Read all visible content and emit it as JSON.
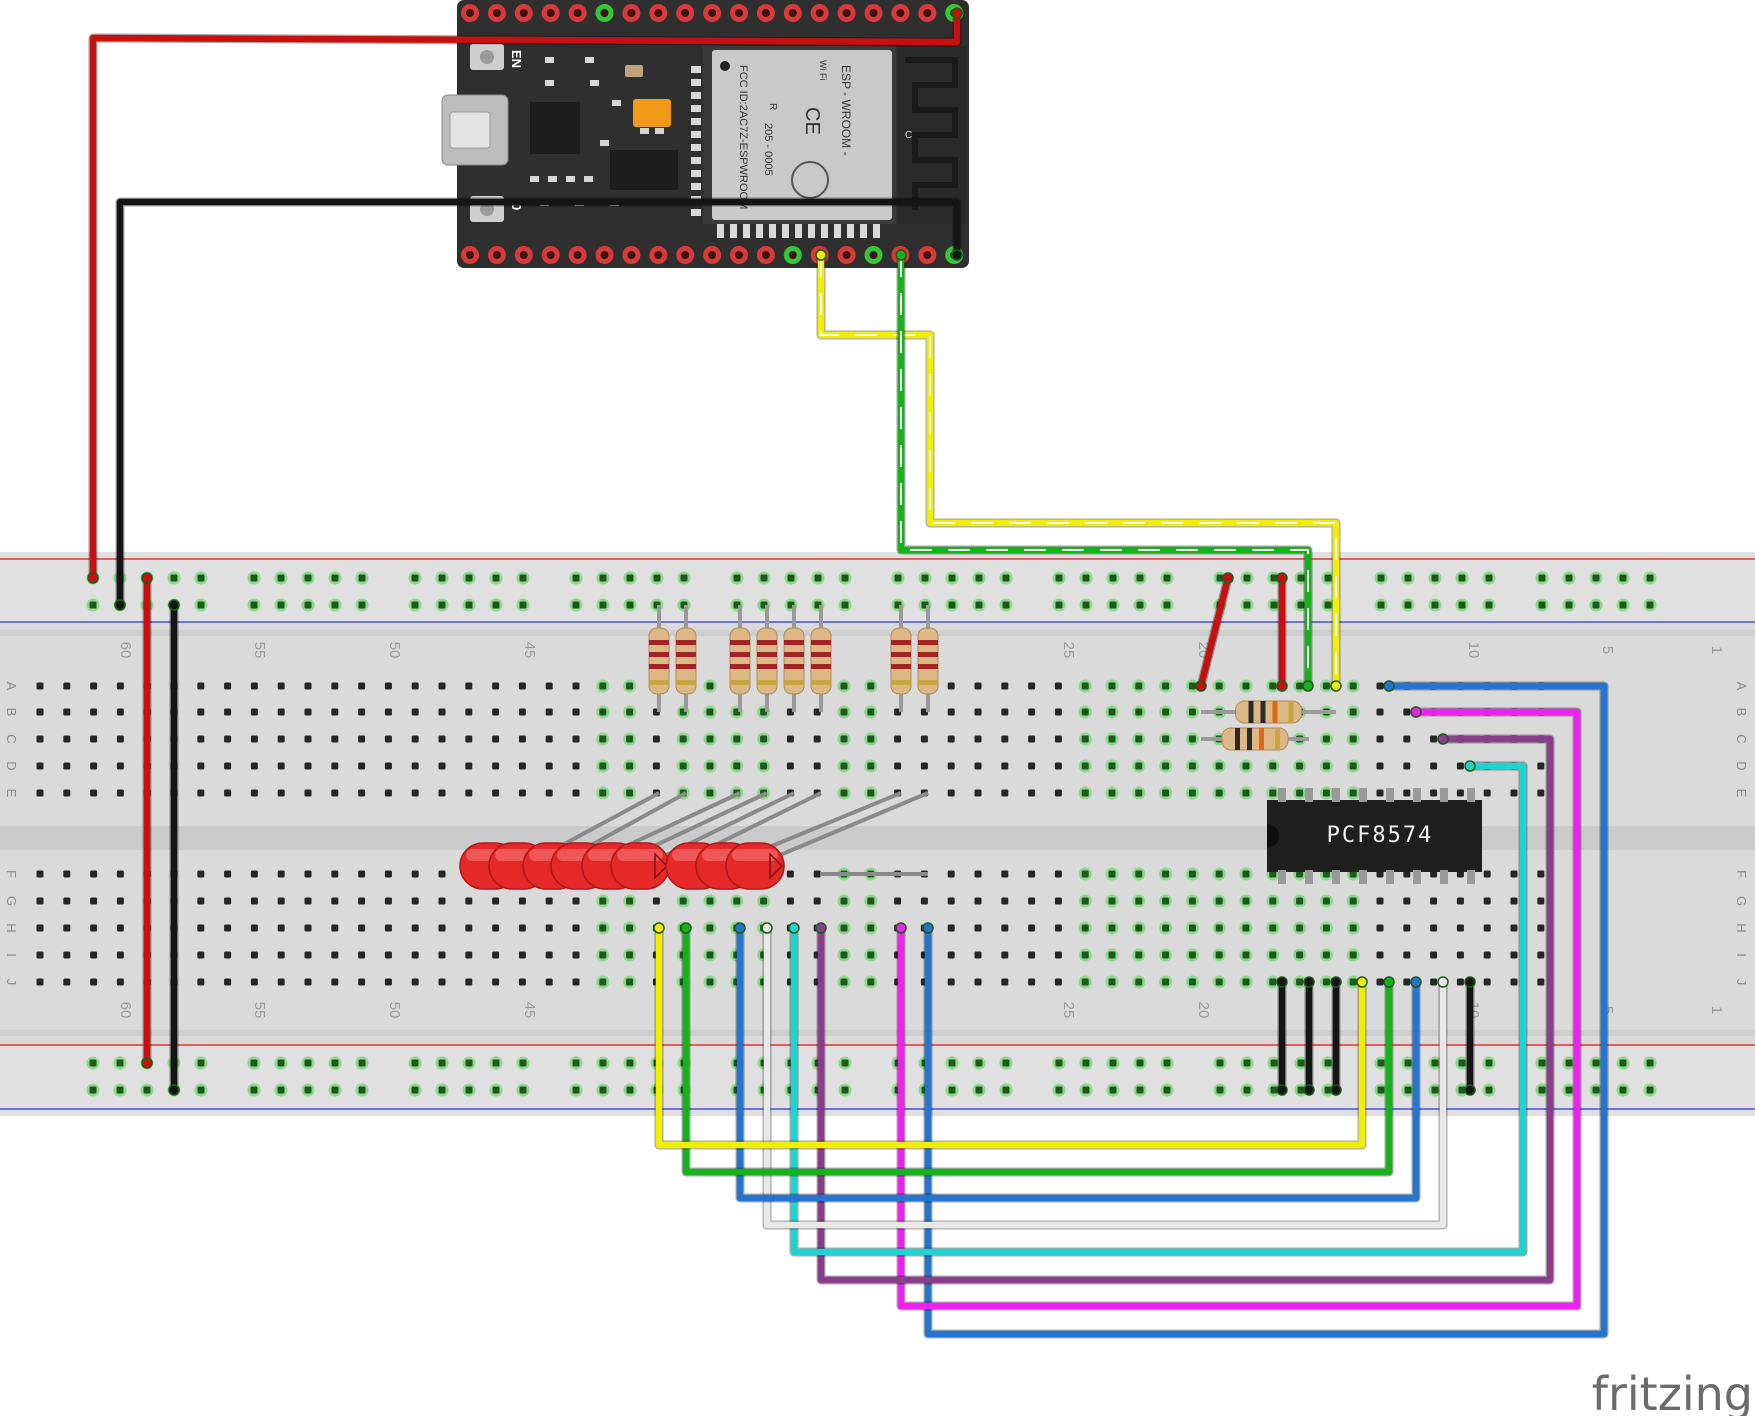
{
  "board": {
    "module_name": "ESP - WROOM -",
    "fcc_id": "FCC ID:2AC7Z-ESPWROOM",
    "reg_number": "205 - 0005",
    "wifi_mark": "Wi Fi",
    "ce_mark": "CE",
    "r_mark": "R",
    "en_label": "EN",
    "boot_label": "0",
    "antenna_mark": "C"
  },
  "chip": {
    "label": "PCF8574"
  },
  "breadboard": {
    "row_letters": [
      "A",
      "B",
      "C",
      "D",
      "E",
      "F",
      "G",
      "H",
      "I",
      "J"
    ],
    "column_numbers": [
      "60",
      "55",
      "50",
      "45",
      "25",
      "20",
      "10",
      "5",
      "1"
    ]
  },
  "watermark": "fritzing",
  "colors": {
    "wire_red": "#c91010",
    "wire_black": "#151515",
    "wire_yellow": "#f2ee00",
    "wire_green": "#14b31a",
    "wire_blue": "#2574cf",
    "wire_cyan": "#1fd3d3",
    "wire_purple": "#8a3d8a",
    "wire_magenta": "#ee22ee",
    "wire_white": "#e8e8e8",
    "led_red": "#e52828",
    "board_pcb": "#2d2d2d",
    "breadboard": "#dcdcdc"
  }
}
